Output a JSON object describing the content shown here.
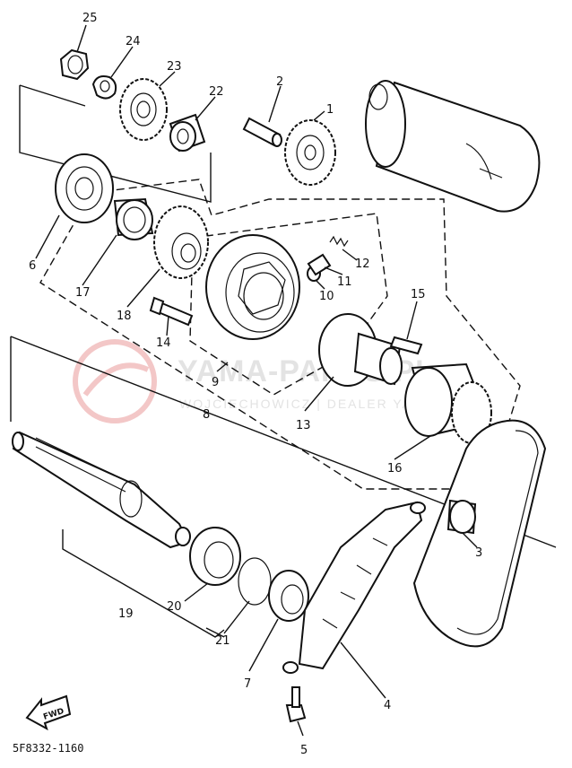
{
  "watermark": {
    "brand": "YAMA-PARTS.PL",
    "dealer": "WOJCIECHOWICZ | DEALER YAMAHA"
  },
  "diagram": {
    "reference_code": "5F8332-1160",
    "fwd_label": "FWD",
    "part_labels": [
      "1",
      "2",
      "3",
      "4",
      "5",
      "6",
      "7",
      "8",
      "9",
      "10",
      "11",
      "12",
      "13",
      "14",
      "15",
      "16",
      "17",
      "18",
      "19",
      "20",
      "21",
      "22",
      "23",
      "24",
      "25"
    ]
  },
  "colors": {
    "ink": "#111111",
    "watermark": "#e3e3e3",
    "watermark_logo": "#f3c7c7"
  }
}
